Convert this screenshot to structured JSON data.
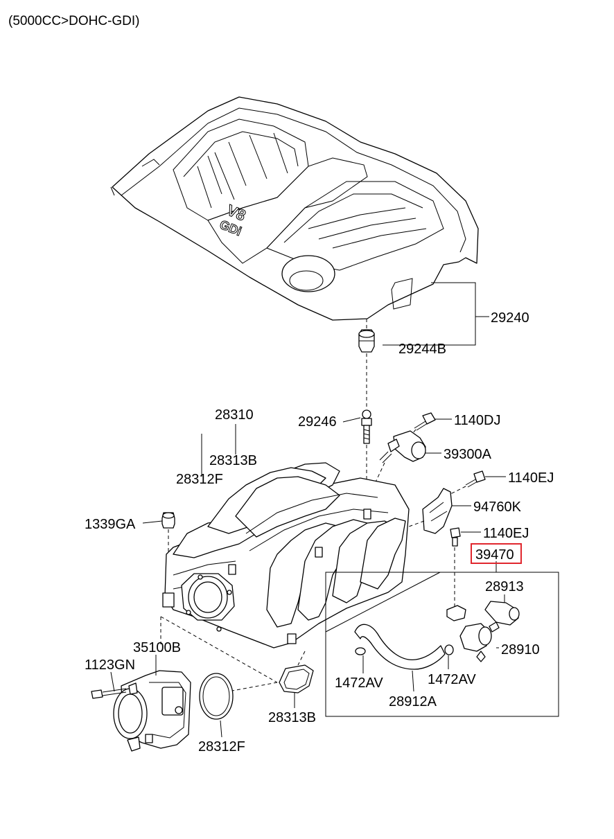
{
  "title": "(5000CC>DOHC-GDI)",
  "cover_badge": {
    "top": "V8",
    "bottom": "GDi"
  },
  "highlight_color": "#e0262d",
  "labels": {
    "l29240": "29240",
    "l29244B": "29244B",
    "l28310": "28310",
    "l28313B_top": "28313B",
    "l28312F_top": "28312F",
    "l29246": "29246",
    "l1140DJ": "1140DJ",
    "l39300A": "39300A",
    "l1140EJ_a": "1140EJ",
    "l94760K": "94760K",
    "l1339GA": "1339GA",
    "l1140EJ_b": "1140EJ",
    "l39470": "39470",
    "l28913": "28913",
    "l28910": "28910",
    "l35100B": "35100B",
    "l1123GN": "1123GN",
    "l1472AV_a": "1472AV",
    "l1472AV_b": "1472AV",
    "l28313B_bot": "28313B",
    "l28912A": "28912A",
    "l28312F_bot": "28312F"
  }
}
